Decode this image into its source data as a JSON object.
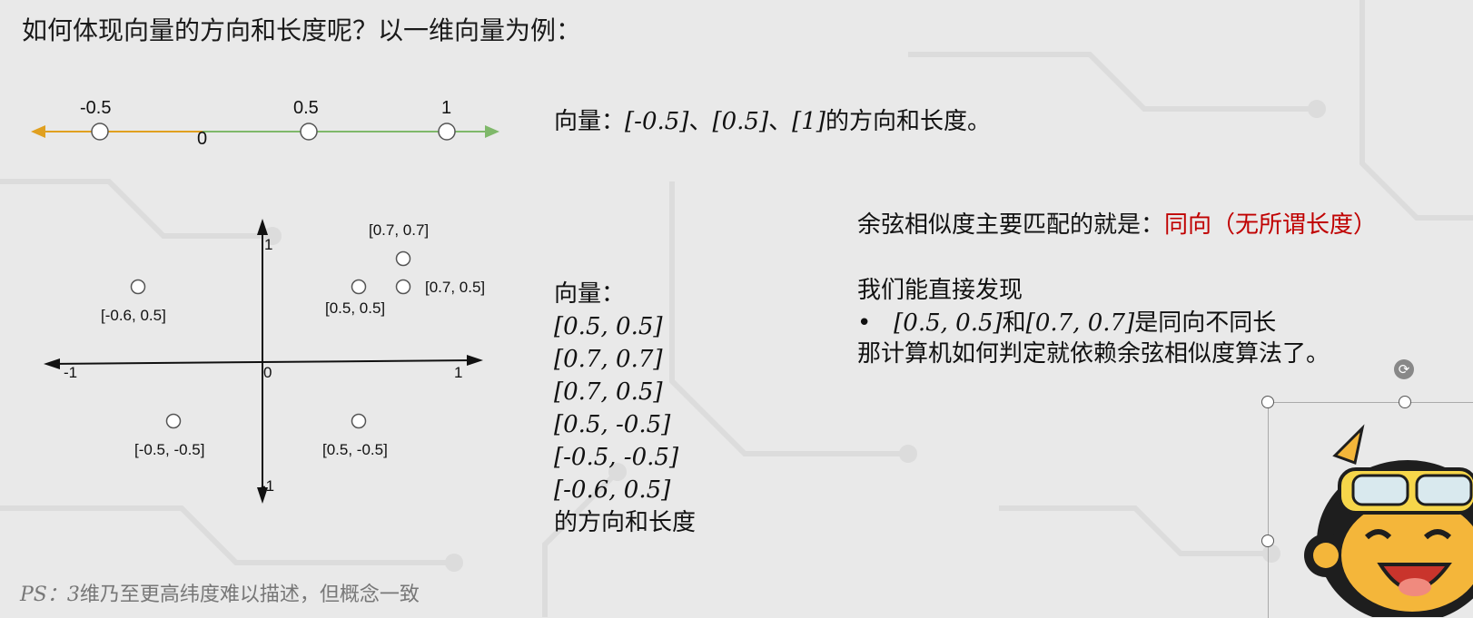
{
  "title": "如何体现向量的方向和长度呢？以一维向量为例：",
  "number_line": {
    "labels": {
      "neg_half": "-0.5",
      "zero": "0",
      "half": "0.5",
      "one": "1"
    }
  },
  "vectors_1d": {
    "prefix": "向量：",
    "v1": "[-0.5]",
    "sep1": "、",
    "v2": "[0.5]",
    "sep2": "、",
    "v3": "[1]",
    "suffix": "的方向和长度。"
  },
  "plane": {
    "axis_labels": {
      "x_neg": "-1",
      "x_pos": "1",
      "origin": "0",
      "y_pos": "1",
      "y_neg": "-1"
    },
    "points": [
      {
        "label": "[0.7, 0.7]"
      },
      {
        "label": "[0.7, 0.5]"
      },
      {
        "label": "[0.5, 0.5]"
      },
      {
        "label": "[-0.6, 0.5]"
      },
      {
        "label": "[-0.5, -0.5]"
      },
      {
        "label": "[0.5, -0.5]"
      }
    ]
  },
  "vectors_2d": {
    "heading": "向量：",
    "items": [
      "[0.5, 0.5]",
      "[0.7, 0.7]",
      "[0.7, 0.5]",
      "[0.5, -0.5]",
      "[-0.5, -0.5]",
      "[-0.6, 0.5]"
    ],
    "footer": "的方向和长度"
  },
  "cosine": {
    "intro": "余弦相似度主要匹配的就是：",
    "highlight": "同向（无所谓长度）",
    "find": "我们能直接发现",
    "bullet_v1": "[0.5, 0.5]",
    "bullet_and": "和",
    "bullet_v2": "[0.7, 0.7]",
    "bullet_rest": "是同向不同长",
    "conclusion": "那计算机如何判定就依赖余弦相似度算法了。"
  },
  "ps": {
    "prefix": "PS：",
    "number": "3",
    "text": "维乃至更高纬度难以描述，但概念一致"
  },
  "colors": {
    "negative_axis": "#e0a020",
    "positive_axis": "#7fb86a",
    "highlight": "#c00000"
  }
}
